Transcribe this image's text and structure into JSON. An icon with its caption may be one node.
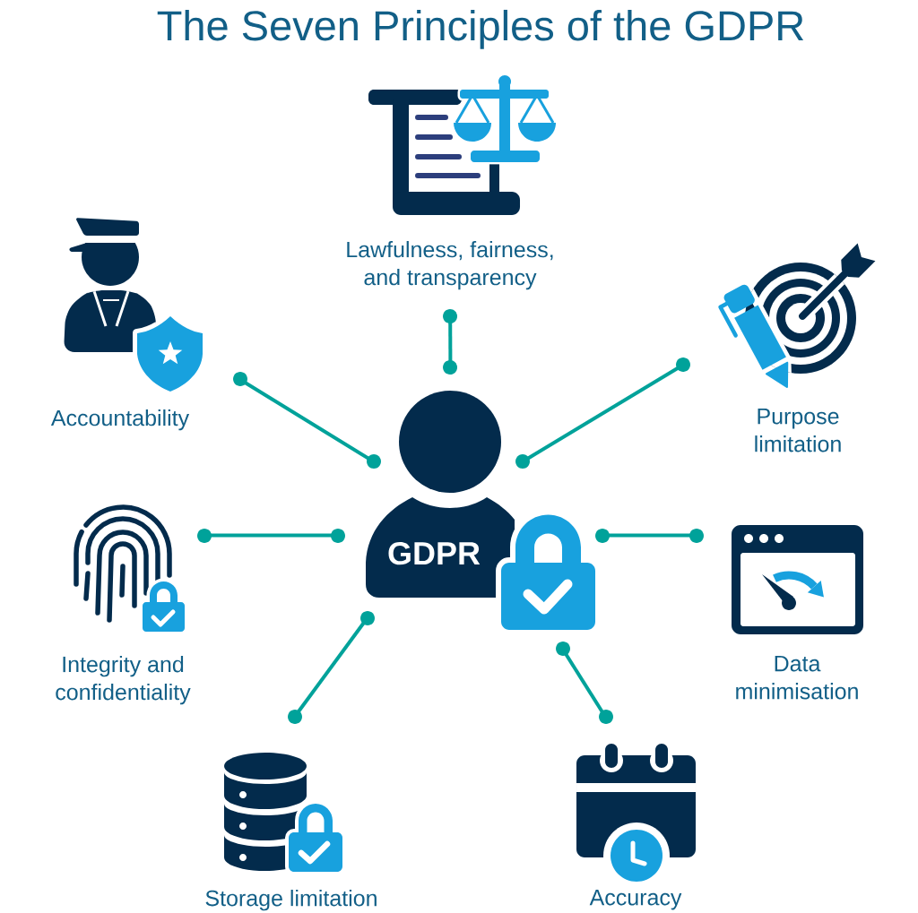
{
  "diagram": {
    "title": "The Seven Principles of the GDPR",
    "nodes": [
      {
        "text": [
          "Lawfulness, fairness, and transparency"
        ]
      },
      {
        "text": [
          "Accountability"
        ]
      },
      {
        "text": [
          "Purpose limitation"
        ]
      },
      {
        "text": [
          "GDPR"
        ]
      },
      {
        "text": [
          "Integrity and confidentiality"
        ]
      },
      {
        "text": [
          "Data minimisation"
        ]
      },
      {
        "text": [
          "Storage limitation"
        ]
      },
      {
        "text": [
          "Accuracy"
        ]
      }
    ],
    "edges": [
      {
        "from": 3,
        "to": 0,
        "arrow": "other"
      },
      {
        "from": 3,
        "to": 1,
        "arrow": "other"
      },
      {
        "from": 3,
        "to": 2,
        "arrow": "other"
      },
      {
        "from": 3,
        "to": 4,
        "arrow": "other"
      },
      {
        "from": 3,
        "to": 5,
        "arrow": "other"
      },
      {
        "from": 3,
        "to": 6,
        "arrow": "other"
      },
      {
        "from": 3,
        "to": 7,
        "arrow": "other"
      }
    ]
  }
}
